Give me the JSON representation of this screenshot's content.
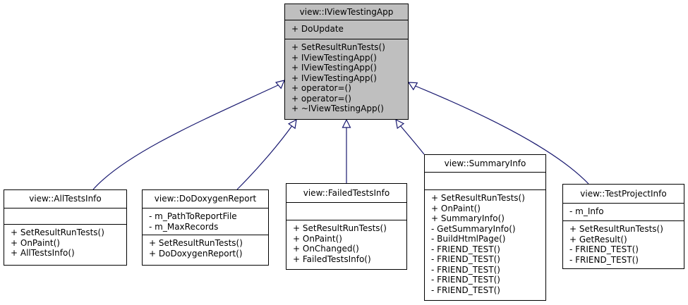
{
  "diagram": {
    "base": {
      "name": "view::IViewTestingApp",
      "attributes": [
        "+ DoUpdate"
      ],
      "operations": [
        "+ SetResultRunTests()",
        "+ IViewTestingApp()",
        "+ IViewTestingApp()",
        "+ IViewTestingApp()",
        "+ operator=()",
        "+ operator=()",
        "+ ~IViewTestingApp()"
      ]
    },
    "derived": [
      {
        "name": "view::AllTestsInfo",
        "attributes": [],
        "operations": [
          "+ SetResultRunTests()",
          "+ OnPaint()",
          "+ AllTestsInfo()"
        ]
      },
      {
        "name": "view::DoDoxygenReport",
        "attributes": [
          "- m_PathToReportFile",
          "- m_MaxRecords"
        ],
        "operations": [
          "+ SetResultRunTests()",
          "+ DoDoxygenReport()"
        ]
      },
      {
        "name": "view::FailedTestsInfo",
        "attributes": [],
        "operations": [
          "+ SetResultRunTests()",
          "+ OnPaint()",
          "+ OnChanged()",
          "+ FailedTestsInfo()"
        ]
      },
      {
        "name": "view::SummaryInfo",
        "attributes": [],
        "operations": [
          "+ SetResultRunTests()",
          "+ OnPaint()",
          "+ SummaryInfo()",
          "- GetSummaryInfo()",
          "- BuildHtmlPage()",
          "- FRIEND_TEST()",
          "- FRIEND_TEST()",
          "- FRIEND_TEST()",
          "- FRIEND_TEST()",
          "- FRIEND_TEST()"
        ]
      },
      {
        "name": "view::TestProjectInfo",
        "attributes": [
          "- m_Info"
        ],
        "operations": [
          "+ SetResultRunTests()",
          "+ GetResult()",
          "- FRIEND_TEST()",
          "- FRIEND_TEST()"
        ]
      }
    ],
    "colors": {
      "edge": "#191970",
      "base_fill": "#bfbfbf",
      "box_fill": "#ffffff",
      "border": "#000000"
    }
  }
}
